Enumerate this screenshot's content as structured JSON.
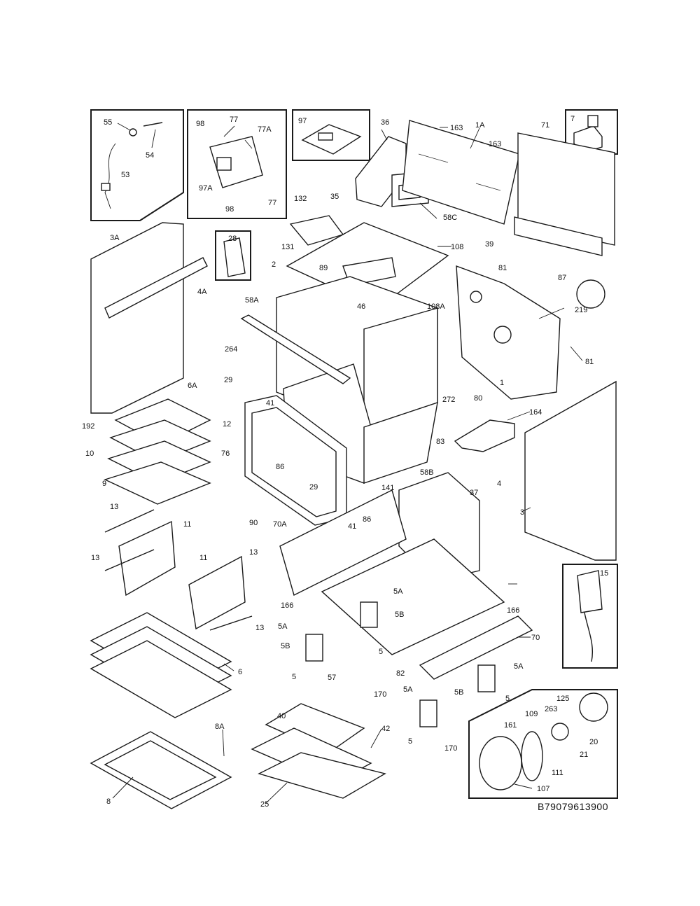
{
  "diagram": {
    "callouts": [
      "55",
      "54",
      "53",
      "98",
      "77",
      "77A",
      "97A",
      "98",
      "77",
      "97",
      "36",
      "163",
      "1A",
      "163",
      "71",
      "7",
      "132",
      "35",
      "58C",
      "108",
      "131",
      "2",
      "89",
      "46",
      "108A",
      "28",
      "3A",
      "4A",
      "58A",
      "264",
      "39",
      "81",
      "87",
      "219",
      "81",
      "29",
      "12",
      "41",
      "86",
      "76",
      "29",
      "272",
      "80",
      "1",
      "164",
      "83",
      "6A",
      "192",
      "10",
      "9",
      "41",
      "86",
      "90",
      "141",
      "4",
      "37",
      "3",
      "58B",
      "13",
      "11",
      "13",
      "13",
      "11",
      "13",
      "70A",
      "166",
      "5A",
      "5A",
      "5B",
      "5B",
      "5",
      "5",
      "6",
      "57",
      "170",
      "166",
      "70",
      "82",
      "5A",
      "5A",
      "5B",
      "5",
      "15",
      "125",
      "263",
      "109",
      "20",
      "161",
      "21",
      "111",
      "107",
      "170",
      "40",
      "42",
      "8A",
      "8",
      "25",
      "5"
    ],
    "code": "B79079613900"
  }
}
